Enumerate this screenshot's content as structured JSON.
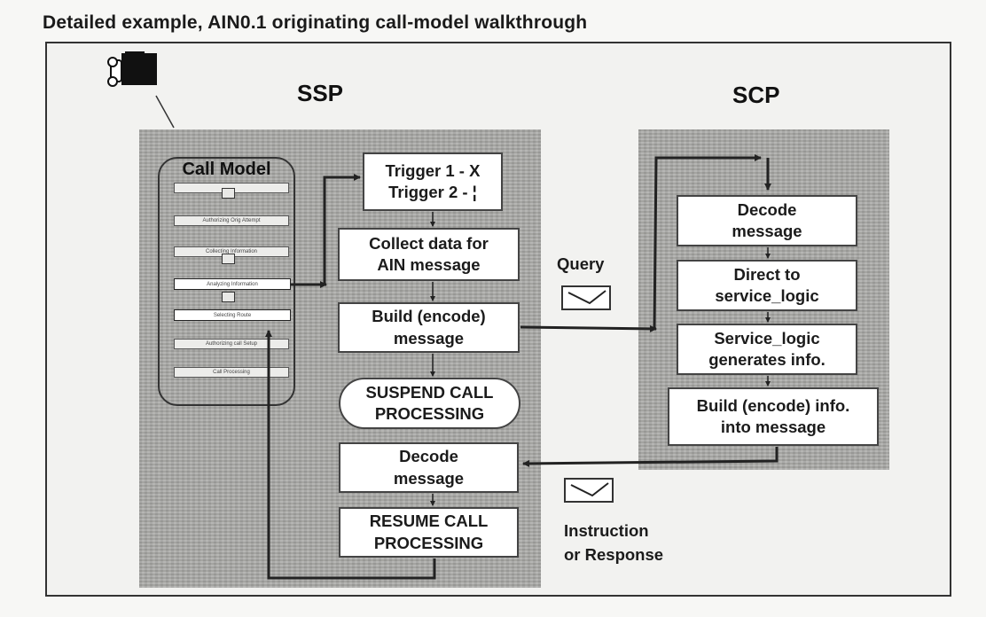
{
  "title": "Detailed example, AIN0.1 originating call-model walkthrough",
  "ssp": {
    "heading": "SSP",
    "call_model": {
      "title": "Call Model",
      "pics": [
        "",
        "Authorizing Orig Attempt",
        "Collecting Information",
        "Analyzing Information",
        "Selecting Route",
        "Authorizing call Setup",
        "Call Processing"
      ],
      "selected_index": 3
    },
    "boxes": {
      "trigger": "Trigger 1 - X\nTrigger 2 - ¦",
      "collect": "Collect data for\nAIN message",
      "build": "Build (encode)\nmessage",
      "suspend": "SUSPEND CALL\nPROCESSING",
      "decode": "Decode\nmessage",
      "resume": "RESUME CALL\nPROCESSING"
    }
  },
  "scp": {
    "heading": "SCP",
    "boxes": {
      "decode": "Decode\nmessage",
      "direct": "Direct to\nservice_logic",
      "service": "Service_logic\ngenerates info.",
      "build": "Build (encode) info.\ninto message"
    }
  },
  "messages": {
    "query": "Query",
    "response": "Instruction\nor Response"
  },
  "icons": [
    "telephone-icon",
    "envelope-icon"
  ]
}
